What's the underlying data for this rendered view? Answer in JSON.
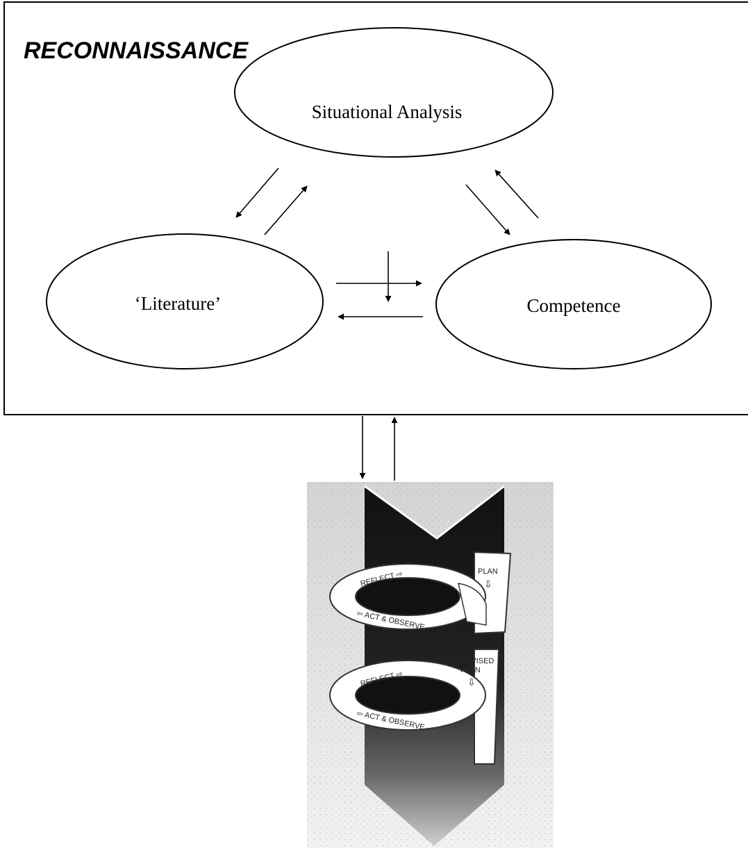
{
  "diagram": {
    "reconnaissance": {
      "title": "RECONNAISSANCE",
      "nodes": {
        "situational_analysis": "Situational Analysis",
        "literature": "‘Literature’",
        "competence": "Competence"
      }
    },
    "spiral": {
      "cycle1": {
        "plan": "PLAN",
        "reflect": "REFLECT ⇨",
        "act_observe": "⇦ ACT & OBSERVE"
      },
      "cycle2": {
        "revised_plan_line1": "REVISED",
        "revised_plan_line2": "PLAN",
        "reflect": "REFLECT ⇨",
        "act_observe": "⇦ ACT & OBSERVE"
      }
    }
  }
}
